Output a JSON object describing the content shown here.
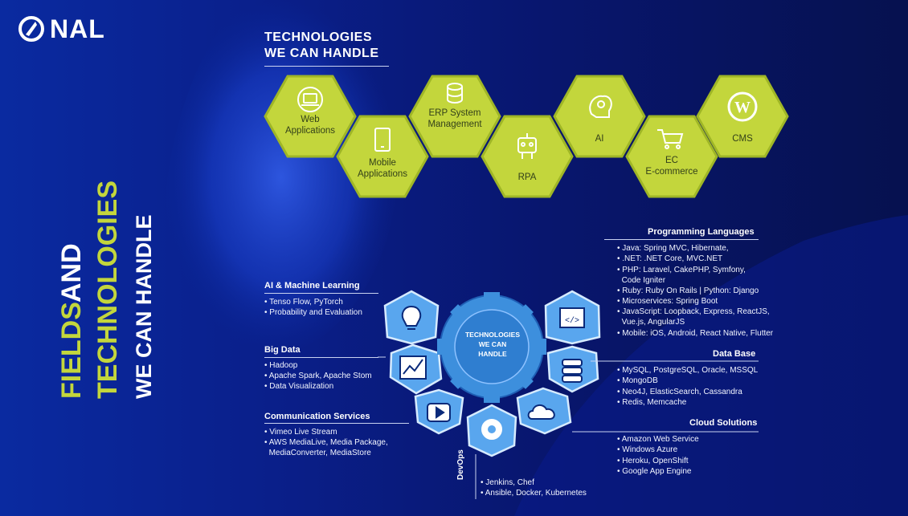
{
  "logo": {
    "text": "NAL"
  },
  "side_title": {
    "line1_a": "FIELDS",
    "line1_b": "AND",
    "line2": "TECHNOLOGIES",
    "line3": "WE CAN HANDLE"
  },
  "tech_heading": {
    "line1": "TECHNOLOGIES",
    "line2": "WE CAN HANDLE"
  },
  "hexagons": [
    {
      "icon": "laptop-icon",
      "label1": "Web",
      "label2": "Applications"
    },
    {
      "icon": "mobile-icon",
      "label1": "Mobile",
      "label2": "Applications"
    },
    {
      "icon": "database-icon",
      "label1": "ERP System",
      "label2": "Management"
    },
    {
      "icon": "robot-icon",
      "label1": "RPA",
      "label2": ""
    },
    {
      "icon": "brain-gear-icon",
      "label1": "AI",
      "label2": ""
    },
    {
      "icon": "cart-icon",
      "label1": "EC",
      "label2": "E-commerce"
    },
    {
      "icon": "wordpress-icon",
      "label1": "CMS",
      "label2": ""
    }
  ],
  "center": {
    "line1": "TECHNOLOGIES",
    "line2": "WE CAN",
    "line3": "HANDLE"
  },
  "categories": {
    "ai": {
      "title": "AI & Machine Learning",
      "items": [
        "Tenso Flow, PyTorch",
        "Probability and Evaluation"
      ]
    },
    "bigdata": {
      "title": "Big Data",
      "items": [
        "Hadoop",
        "Apache Spark, Apache Stom",
        "Data Visualization"
      ]
    },
    "comm": {
      "title": "Communication Services",
      "items": [
        "Vimeo Live Stream",
        "AWS MediaLive, Media Package,",
        "MediaConverter, MediaStore"
      ]
    },
    "devops": {
      "title": "DevOps",
      "items": [
        "Jenkins, Chef",
        "Ansible, Docker, Kubernetes"
      ]
    },
    "prog": {
      "title": "Programming Languages",
      "items": [
        "Java: Spring MVC, Hibernate,",
        ".NET: .NET Core, MVC.NET",
        "PHP: Laravel, CakePHP, Symfony,",
        "Code Igniter",
        "Ruby: Ruby On Rails | Python: Django",
        "Microservices: Spring Boot",
        "JavaScript: Loopback, Express, ReactJS,",
        "Vue.js, AngularJS",
        "Mobile: iOS, Android, React Native, Flutter"
      ]
    },
    "db": {
      "title": "Data Base",
      "items": [
        "MySQL, PostgreSQL, Oracle, MSSQL",
        "MongoDB",
        "Neo4J, ElasticSearch, Cassandra",
        "Redis, Memcache"
      ]
    },
    "cloud": {
      "title": "Cloud Solutions",
      "items": [
        "Amazon Web Service",
        "Windows Azure",
        "Heroku, OpenShift",
        "Google App Engine"
      ]
    }
  },
  "colors": {
    "lime": "#c3d63c",
    "hex_stroke": "#a8bd2a",
    "pent_fill": "#59a6ee",
    "pent_stroke": "#cfe6ff",
    "gear": "#3d8fdd",
    "title_accent": "#c3d63c"
  }
}
